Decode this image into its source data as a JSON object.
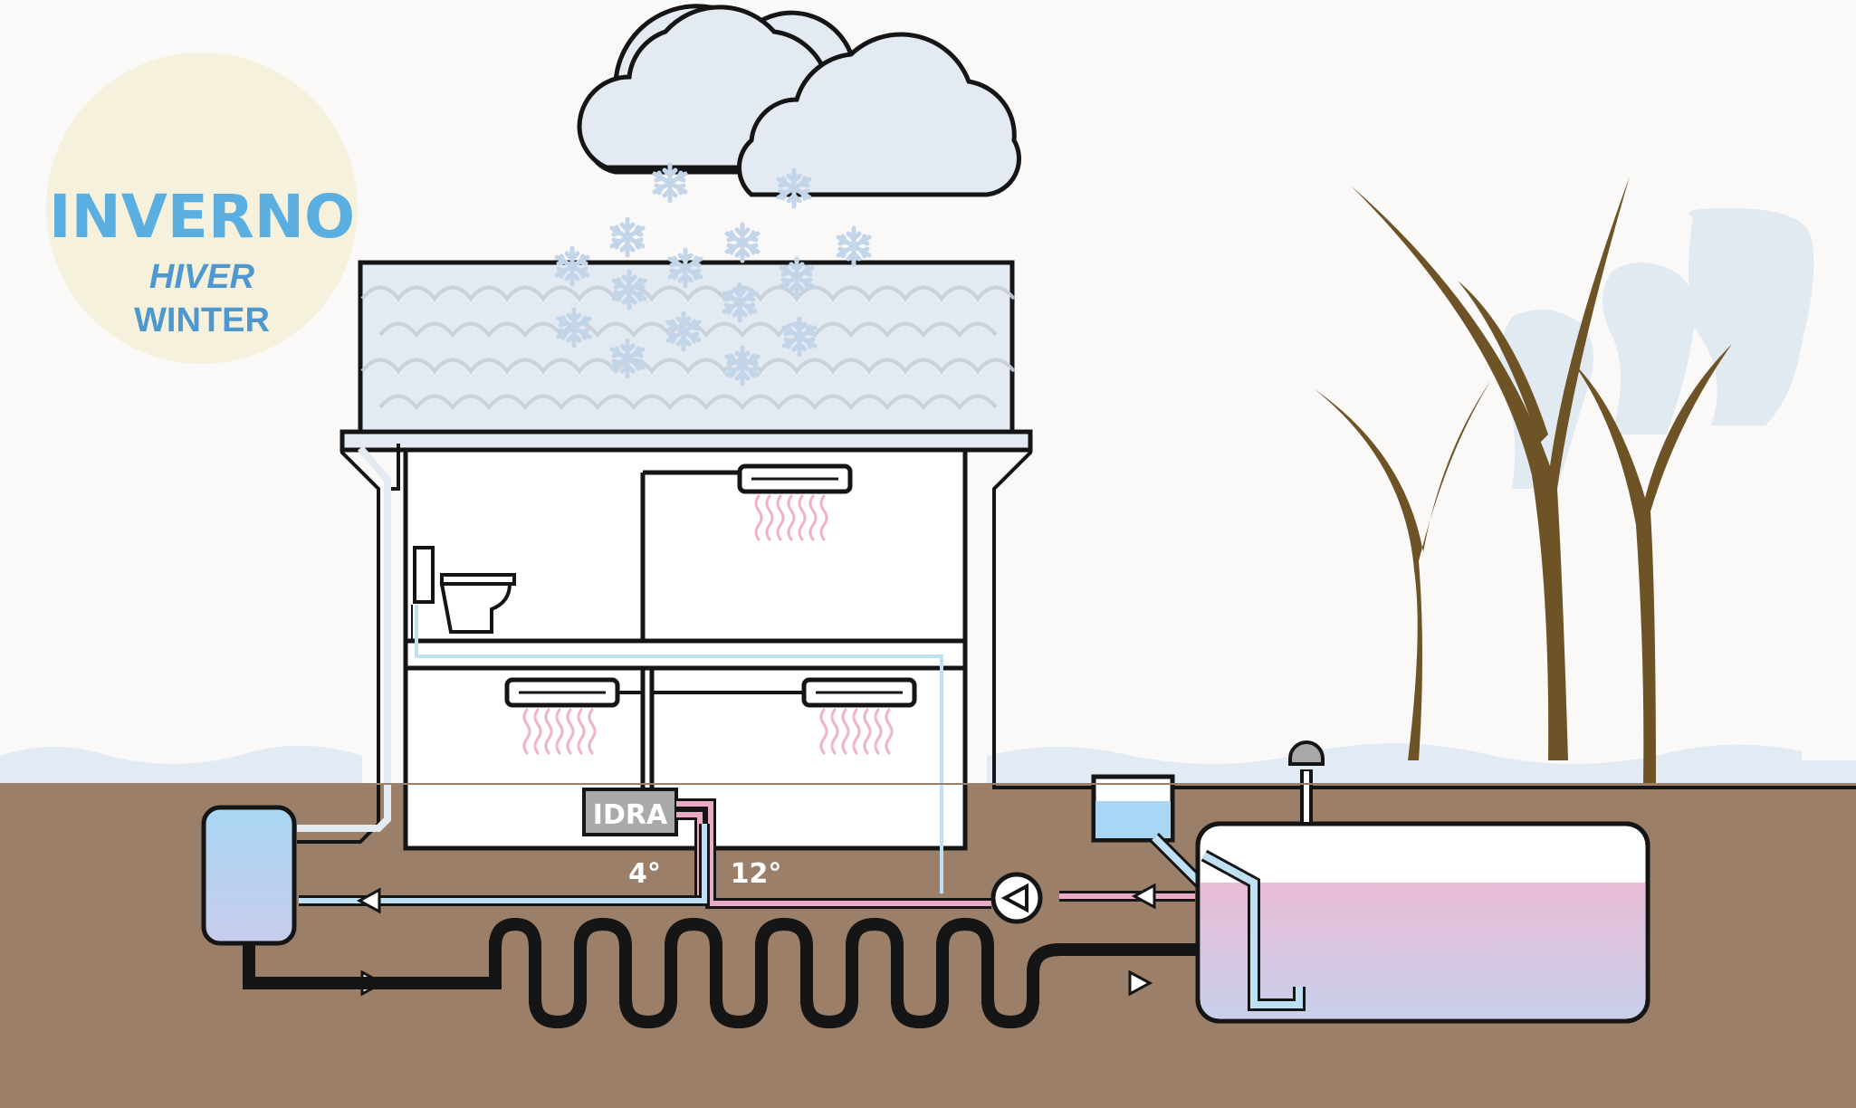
{
  "season": {
    "title_it": "INVERNO",
    "title_fr": "HIVER",
    "title_en": "WINTER"
  },
  "unit": {
    "label": "IDRA"
  },
  "temperatures": {
    "cold_line": "4°",
    "warm_line": "12°"
  },
  "colors": {
    "ground": "#9b7f69",
    "sky": "#fbf9f8",
    "sun_disc": "#f5f1dc",
    "snow": "#e2ebf3",
    "cloud": "#e3eaf1",
    "outline": "#151515",
    "cold_pipe": "#bfe0f2",
    "warm_pipe": "#e9aac6",
    "heat_waves": "#efb2c8",
    "tree": "#6e5326",
    "unit_box": "#a9a9a9"
  },
  "icons": [
    "cloud-icon",
    "snowflake-icon",
    "heat-wave-icon",
    "pump-icon",
    "flow-arrow-icon",
    "toilet-icon",
    "tree-icon"
  ]
}
